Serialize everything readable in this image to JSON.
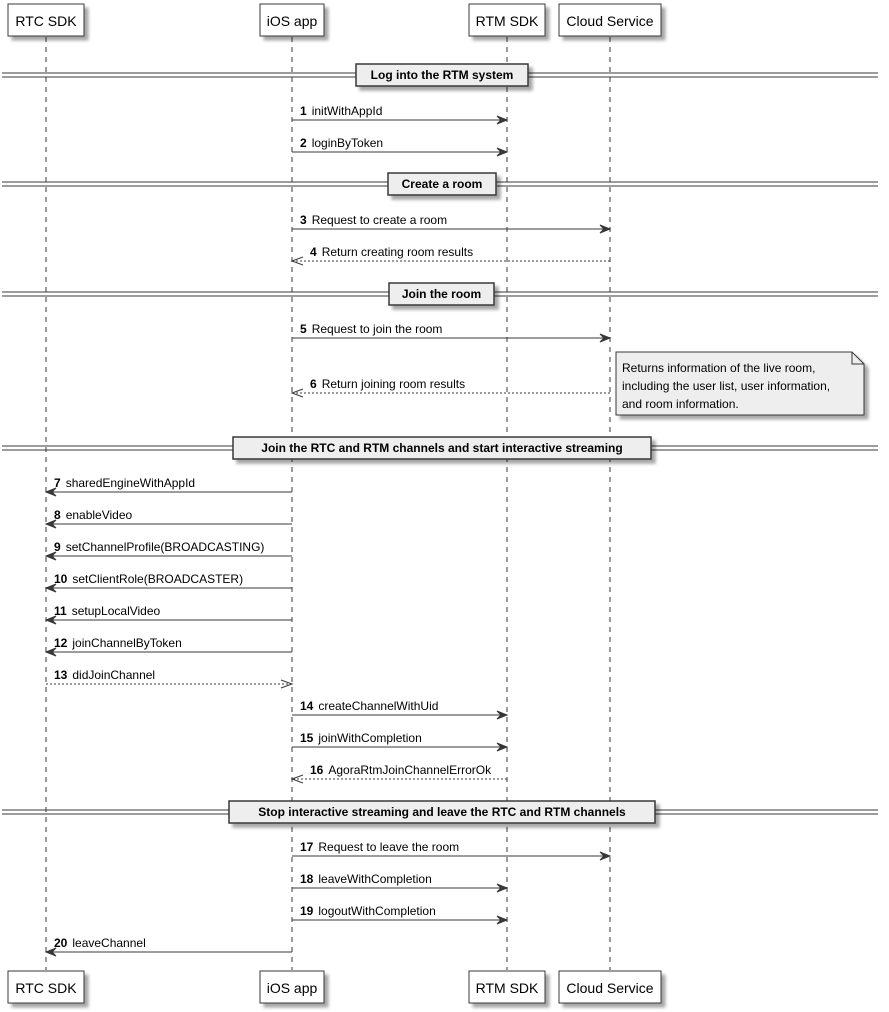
{
  "participants": [
    {
      "id": "rtc",
      "label": "RTC SDK"
    },
    {
      "id": "ios",
      "label": "iOS app"
    },
    {
      "id": "rtm",
      "label": "RTM SDK"
    },
    {
      "id": "cloud",
      "label": "Cloud Service"
    }
  ],
  "dividers": [
    {
      "label": "Log into the RTM system"
    },
    {
      "label": "Create a room"
    },
    {
      "label": "Join the room"
    },
    {
      "label": "Join the RTC and RTM channels and start interactive streaming"
    },
    {
      "label": "Stop interactive streaming and leave the RTC and RTM channels"
    }
  ],
  "messages": [
    {
      "num": "1",
      "label": "initWithAppId",
      "from": "ios",
      "to": "rtm",
      "style": "sync"
    },
    {
      "num": "2",
      "label": "loginByToken",
      "from": "ios",
      "to": "rtm",
      "style": "sync"
    },
    {
      "num": "3",
      "label": "Request to create a room",
      "from": "ios",
      "to": "cloud",
      "style": "sync"
    },
    {
      "num": "4",
      "label": "Return creating room results",
      "from": "cloud",
      "to": "ios",
      "style": "return"
    },
    {
      "num": "5",
      "label": "Request to join the room",
      "from": "ios",
      "to": "cloud",
      "style": "sync"
    },
    {
      "num": "6",
      "label": "Return joining room results",
      "from": "cloud",
      "to": "ios",
      "style": "return"
    },
    {
      "num": "7",
      "label": "sharedEngineWithAppId",
      "from": "ios",
      "to": "rtc",
      "style": "sync"
    },
    {
      "num": "8",
      "label": "enableVideo",
      "from": "ios",
      "to": "rtc",
      "style": "sync"
    },
    {
      "num": "9",
      "label": "setChannelProfile(BROADCASTING)",
      "from": "ios",
      "to": "rtc",
      "style": "sync"
    },
    {
      "num": "10",
      "label": "setClientRole(BROADCASTER)",
      "from": "ios",
      "to": "rtc",
      "style": "sync"
    },
    {
      "num": "11",
      "label": "setupLocalVideo",
      "from": "ios",
      "to": "rtc",
      "style": "sync"
    },
    {
      "num": "12",
      "label": "joinChannelByToken",
      "from": "ios",
      "to": "rtc",
      "style": "sync"
    },
    {
      "num": "13",
      "label": "didJoinChannel",
      "from": "rtc",
      "to": "ios",
      "style": "return"
    },
    {
      "num": "14",
      "label": "createChannelWithUid",
      "from": "ios",
      "to": "rtm",
      "style": "sync"
    },
    {
      "num": "15",
      "label": "joinWithCompletion",
      "from": "ios",
      "to": "rtm",
      "style": "sync"
    },
    {
      "num": "16",
      "label": "AgoraRtmJoinChannelErrorOk",
      "from": "rtm",
      "to": "ios",
      "style": "return"
    },
    {
      "num": "17",
      "label": "Request to leave the room",
      "from": "ios",
      "to": "cloud",
      "style": "sync"
    },
    {
      "num": "18",
      "label": "leaveWithCompletion",
      "from": "ios",
      "to": "rtm",
      "style": "sync"
    },
    {
      "num": "19",
      "label": "logoutWithCompletion",
      "from": "ios",
      "to": "rtm",
      "style": "sync"
    },
    {
      "num": "20",
      "label": "leaveChannel",
      "from": "ios",
      "to": "rtc",
      "style": "sync"
    }
  ],
  "note": {
    "lines": [
      "Returns information of the live room,",
      "including the user list, user information,",
      "and room information."
    ]
  },
  "colors": {
    "line": "#383838",
    "box_fill": "#fefece",
    "box_fill_white": "#ffffff",
    "note_fill": "#eeeeee",
    "shadow": "#999999"
  }
}
